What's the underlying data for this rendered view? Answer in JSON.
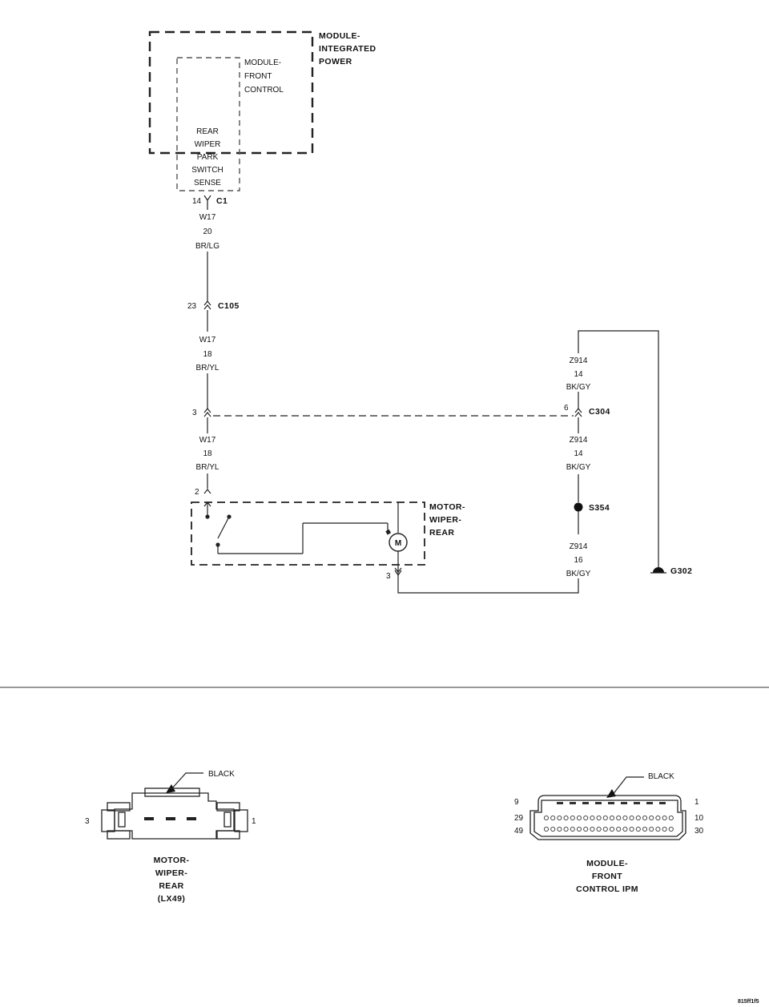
{
  "modules": {
    "ipm": [
      "MODULE-",
      "INTEGRATED",
      "POWER"
    ],
    "fcm": [
      "MODULE-",
      "FRONT",
      "CONTROL"
    ],
    "switch_sense": [
      "REAR",
      "WIPER",
      "PARK",
      "SWITCH",
      "SENSE"
    ]
  },
  "connectors": {
    "c1": {
      "name": "C1",
      "pin": "14"
    },
    "c105": {
      "name": "C105",
      "pin": "23"
    },
    "c304": {
      "name": "C304",
      "pin_left": "3",
      "pin_right": "6"
    },
    "motor_top_pin": "2",
    "motor_bottom_pin": "3"
  },
  "wires": {
    "w17_top": [
      "W17",
      "20",
      "BR/LG"
    ],
    "w17_mid": [
      "W17",
      "18",
      "BR/YL"
    ],
    "w17_bot": [
      "W17",
      "18",
      "BR/YL"
    ],
    "z914_top": [
      "Z914",
      "14",
      "BK/GY"
    ],
    "z914_mid": [
      "Z914",
      "14",
      "BK/GY"
    ],
    "z914_bot": [
      "Z914",
      "16",
      "BK/GY"
    ]
  },
  "splice": "S354",
  "ground": "G302",
  "motor": {
    "label": [
      "MOTOR-",
      "WIPER-",
      "REAR"
    ],
    "symbol": "M"
  },
  "views": {
    "motor_view": {
      "color_label": "BLACK",
      "pin_left": "3",
      "pin_right": "1",
      "title": [
        "MOTOR-",
        "WIPER-",
        "REAR",
        "(LX49)"
      ]
    },
    "fcm_view": {
      "color_label": "BLACK",
      "pins_left": [
        "9",
        "29",
        "49"
      ],
      "pins_right": [
        "1",
        "10",
        "30"
      ],
      "title": [
        "MODULE-",
        "FRONT",
        "CONTROL IPM"
      ]
    }
  },
  "figure_code": "815ff1f5"
}
